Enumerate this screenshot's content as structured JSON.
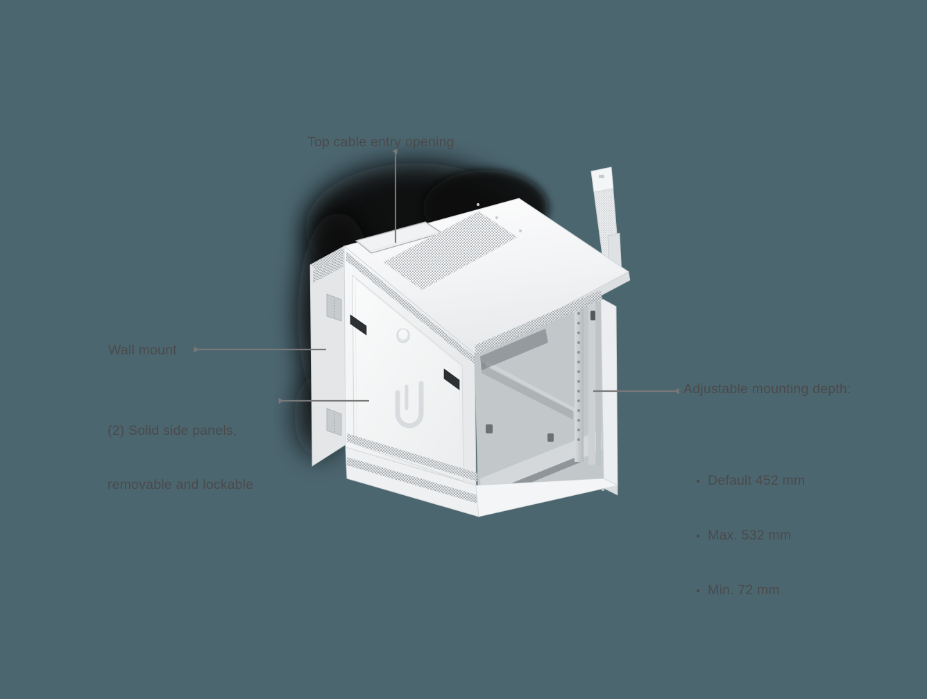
{
  "background_color": "#4c6670",
  "text_color": "#4a4a4a",
  "leader_color": "#787878",
  "product": {
    "name": "wall-mount-network-rack",
    "body_color": "#f2f3f4",
    "shadow_color": "#0a0a0a"
  },
  "callouts": {
    "top_cable_entry": {
      "label": "Top cable entry opening"
    },
    "wall_mount": {
      "label": "Wall mount"
    },
    "side_panels": {
      "line1": "(2) Solid side panels,",
      "line2": "removable and lockable"
    },
    "mounting_depth": {
      "heading": "Adjustable mounting depth:",
      "items": [
        "Default 452 mm",
        "Max. 532 mm",
        "Min. 72 mm"
      ]
    }
  }
}
